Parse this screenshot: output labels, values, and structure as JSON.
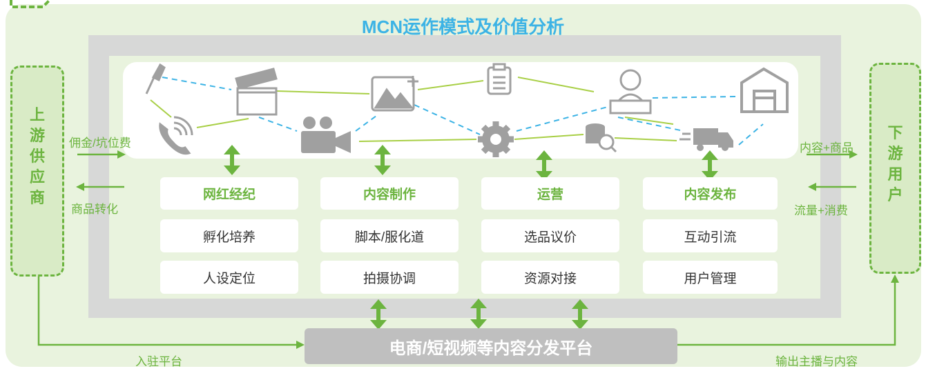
{
  "title": "MCN运作模式及价值分析",
  "upstream": {
    "label_chars": [
      "上",
      "游",
      "供",
      "应",
      "商"
    ]
  },
  "downstream": {
    "label_chars": [
      "下",
      "游",
      "用",
      "户"
    ]
  },
  "flows": {
    "commission": "佣金/坑位费",
    "conversion": "商品转化",
    "content_goods": "内容+商品",
    "traffic_consume": "流量+消费",
    "join_platform": "入驻平台",
    "output": "输出主播与内容"
  },
  "columns": [
    {
      "header": "网红经纪",
      "items": [
        "孵化培养",
        "人设定位"
      ]
    },
    {
      "header": "内容制作",
      "items": [
        "脚本/服化道",
        "拍摄协调"
      ]
    },
    {
      "header": "运营",
      "items": [
        "选品议价",
        "资源对接"
      ]
    },
    {
      "header": "内容发布",
      "items": [
        "互动引流",
        "用户管理"
      ]
    }
  ],
  "platform": "电商/短视频等内容分发平台",
  "icons": [
    "makeup-brush-icon",
    "phone-icon",
    "clapperboard-icon",
    "video-camera-icon",
    "image-add-icon",
    "clipboard-icon",
    "gear-icon",
    "database-search-icon",
    "presenter-icon",
    "delivery-truck-icon",
    "warehouse-icon"
  ],
  "colors": {
    "accent_green": "#6cb43f",
    "title_blue": "#3cb3e5",
    "bg_green": "#e9f3de",
    "gray": "#bfbfbf"
  }
}
